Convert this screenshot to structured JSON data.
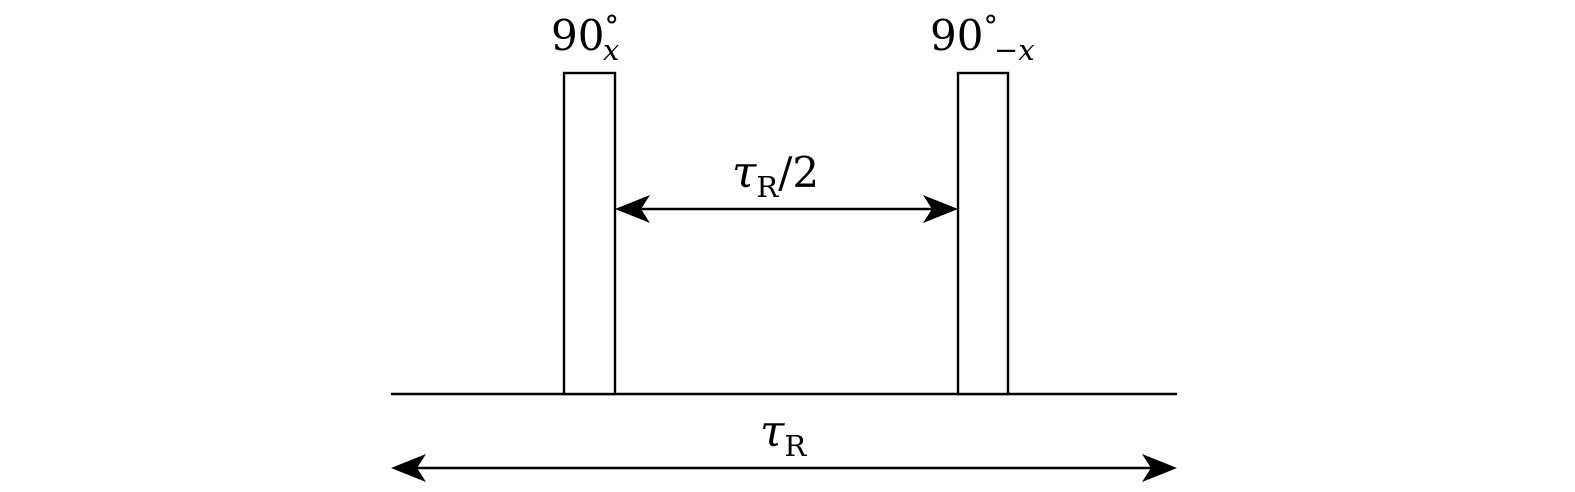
{
  "pulses": [
    {
      "angle": "90",
      "degree": "°",
      "phase": "x"
    },
    {
      "angle": "90",
      "degree": "°",
      "phase": "−x"
    }
  ],
  "intervals": {
    "half_period": {
      "symbol": "τ",
      "subscript": "R",
      "suffix": "/2"
    },
    "full_period": {
      "symbol": "τ",
      "subscript": "R"
    }
  },
  "colors": {
    "ink": "#000000",
    "background": "#ffffff"
  }
}
